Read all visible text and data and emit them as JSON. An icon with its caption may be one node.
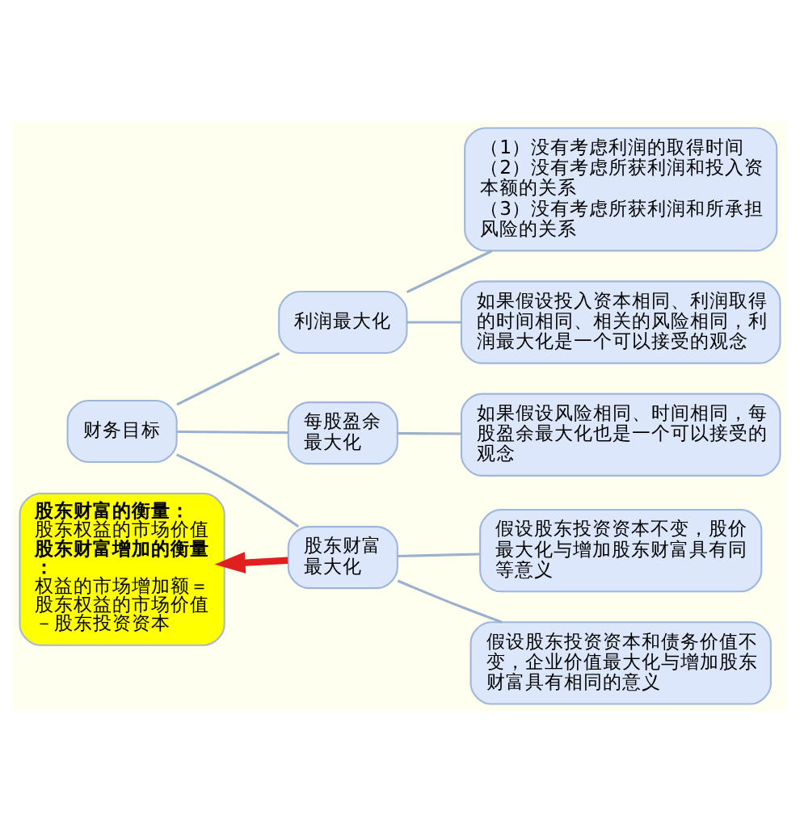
{
  "diagram": {
    "nodes": [
      {
        "text": [
          "财务目标"
        ]
      },
      {
        "text": [
          "利润最大化"
        ]
      },
      {
        "text": [
          "每股盈余最大化"
        ]
      },
      {
        "text": [
          "股东财富最大化"
        ]
      },
      {
        "text": [
          "（1）没有考虑利润的取得时间",
          "（2）没有考虑所获利润和投入资本额的关系",
          "（3）没有考虑所获利润和所承担风险的关系"
        ]
      },
      {
        "text": [
          "如果假设投入资本相同、利润取得的时间相同、相关的风险相同，利润最大化是一个可以接受的观念"
        ]
      },
      {
        "text": [
          "如果假设风险相同、时间相同，每股盈余最大化也是一个可以接受的观念"
        ]
      },
      {
        "text": [
          "假设股东投资资本不变，股价最大化与增加股东财富具有同等意义"
        ]
      },
      {
        "text": [
          "假设股东投资资本和债务价值不变，企业价值最大化与增加股东财富具有相同的意义"
        ]
      },
      {
        "text": [
          "股东财富的衡量：",
          "股东权益的市场价值",
          "股东财富增加的衡量：",
          "权益的市场增加额＝股东权益的市场价值－股东投资资本"
        ]
      }
    ],
    "edges": [
      {
        "from": 0,
        "to": 1,
        "arrow": "none"
      },
      {
        "from": 0,
        "to": 2,
        "arrow": "none"
      },
      {
        "from": 0,
        "to": 3,
        "arrow": "none"
      },
      {
        "from": 1,
        "to": 4,
        "arrow": "none"
      },
      {
        "from": 1,
        "to": 5,
        "arrow": "none"
      },
      {
        "from": 2,
        "to": 6,
        "arrow": "none"
      },
      {
        "from": 3,
        "to": 7,
        "arrow": "none"
      },
      {
        "from": 3,
        "to": 8,
        "arrow": "none"
      },
      {
        "from": 3,
        "to": 9,
        "arrow": "to",
        "style": "thick",
        "color": "#e02020"
      }
    ]
  }
}
